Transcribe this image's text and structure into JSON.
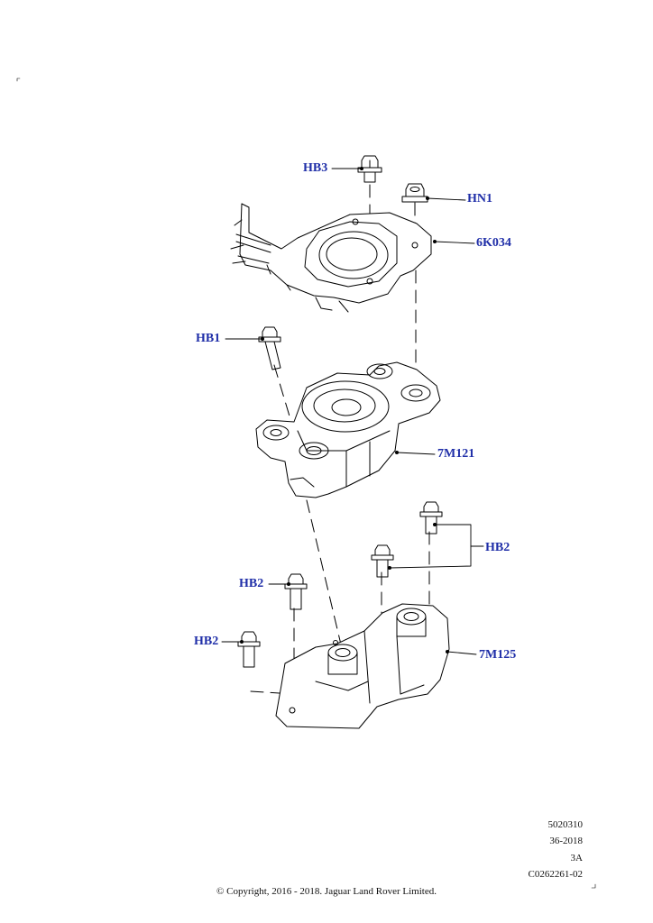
{
  "callouts": {
    "hb3": "HB3",
    "hn1": "HN1",
    "bracket_6k034": "6K034",
    "hb1": "HB1",
    "mount_7m121": "7M121",
    "hb2_group": "HB2",
    "hb2_mid": "HB2",
    "hb2_low": "HB2",
    "mount_7m125": "7M125"
  },
  "meta": {
    "ref_number": "5020310",
    "date_code": "36-2018",
    "revision": "3A",
    "catalog_code": "C0262261-02"
  },
  "copyright": "© Copyright, 2016 - 2018. Jaguar Land Rover Limited.",
  "colors": {
    "label": "#1f2ea8",
    "line": "#000000"
  }
}
